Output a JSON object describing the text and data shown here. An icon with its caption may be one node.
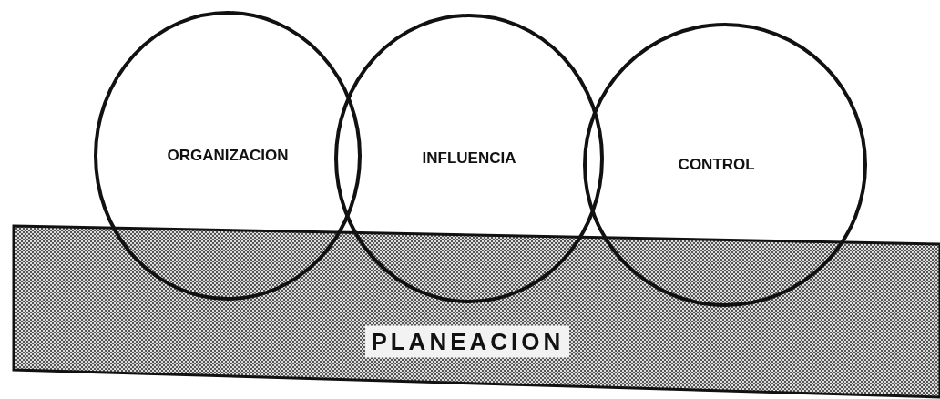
{
  "diagram": {
    "nodes": [
      {
        "text": [
          "ORGANIZACION"
        ]
      },
      {
        "text": [
          "INFLUENCIA"
        ]
      },
      {
        "text": [
          "CONTROL"
        ]
      },
      {
        "text": [
          "PLANEACION"
        ]
      }
    ]
  }
}
